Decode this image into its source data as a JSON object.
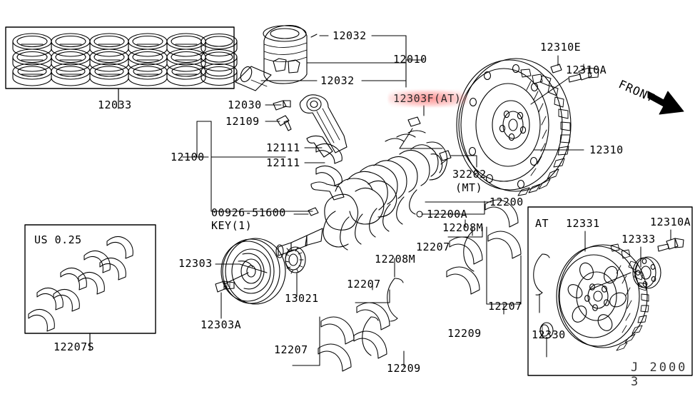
{
  "diagram": {
    "title": "Nissan Engine Piston, Crankshaft & Flywheel Parts Diagram",
    "front_arrow_label": "FRONT",
    "watermark": "J 2000  3",
    "highlight_color": "#ff4d4d"
  },
  "boxes": {
    "piston_rings": {
      "label": "12033",
      "caption": ""
    },
    "undersize_bearings": {
      "label": "12207S",
      "caption": "US 0.25"
    },
    "at_flywheel": {
      "caption": "AT"
    }
  },
  "labels": [
    {
      "id": "l12032a",
      "text": "12032",
      "name": "label-12032-top"
    },
    {
      "id": "l12010",
      "text": "12010",
      "name": "label-12010"
    },
    {
      "id": "l12032b",
      "text": "12032",
      "name": "label-12032-bottom"
    },
    {
      "id": "l12033",
      "text": "12033",
      "name": "label-12033"
    },
    {
      "id": "l12030",
      "text": "12030",
      "name": "label-12030"
    },
    {
      "id": "l12109",
      "text": "12109",
      "name": "label-12109"
    },
    {
      "id": "l12100",
      "text": "12100",
      "name": "label-12100"
    },
    {
      "id": "l12111a",
      "text": "12111",
      "name": "label-12111-upper"
    },
    {
      "id": "l12111b",
      "text": "12111",
      "name": "label-12111-lower"
    },
    {
      "id": "l12303F",
      "text": "12303F(AT)",
      "name": "label-12303f-at",
      "highlighted": true
    },
    {
      "id": "l12310E",
      "text": "12310E",
      "name": "label-12310e"
    },
    {
      "id": "l12310A",
      "text": "12310A",
      "name": "label-12310a"
    },
    {
      "id": "l12310",
      "text": "12310",
      "name": "label-12310"
    },
    {
      "id": "l32202",
      "text": "32202",
      "name": "label-32202"
    },
    {
      "id": "l32202mt",
      "text": "(MT)",
      "name": "label-32202-mt"
    },
    {
      "id": "l12200",
      "text": "12200",
      "name": "label-12200"
    },
    {
      "id": "l12200A",
      "text": "12200A",
      "name": "label-12200a"
    },
    {
      "id": "l12208Ma",
      "text": "12208M",
      "name": "label-12208m-right"
    },
    {
      "id": "l12208Mb",
      "text": "12208M",
      "name": "label-12208m-left"
    },
    {
      "id": "l00926",
      "text": "00926-51600",
      "name": "label-00926-51600"
    },
    {
      "id": "lkey",
      "text": "KEY(1)",
      "name": "label-key-1"
    },
    {
      "id": "l12303",
      "text": "12303",
      "name": "label-12303"
    },
    {
      "id": "l12303A",
      "text": "12303A",
      "name": "label-12303a"
    },
    {
      "id": "l13021",
      "text": "13021",
      "name": "label-13021"
    },
    {
      "id": "l12207a",
      "text": "12207",
      "name": "label-12207-mid-upper"
    },
    {
      "id": "l12207b",
      "text": "12207",
      "name": "label-12207-right"
    },
    {
      "id": "l12207c",
      "text": "12207",
      "name": "label-12207-center"
    },
    {
      "id": "l12207d",
      "text": "12207",
      "name": "label-12207-lower-left"
    },
    {
      "id": "l12209a",
      "text": "12209",
      "name": "label-12209-right"
    },
    {
      "id": "l12209b",
      "text": "12209",
      "name": "label-12209-bottom"
    },
    {
      "id": "l12207S",
      "text": "12207S",
      "name": "label-12207s"
    },
    {
      "id": "lus025",
      "text": "US 0.25",
      "name": "label-us-025"
    },
    {
      "id": "lat",
      "text": "AT",
      "name": "label-at"
    },
    {
      "id": "l12331",
      "text": "12331",
      "name": "label-12331"
    },
    {
      "id": "l12333",
      "text": "12333",
      "name": "label-12333"
    },
    {
      "id": "l12310A2",
      "text": "12310A",
      "name": "label-12310a-at"
    },
    {
      "id": "l12330",
      "text": "12330",
      "name": "label-12330"
    },
    {
      "id": "lfront",
      "text": "FRONT",
      "name": "label-front"
    },
    {
      "id": "lwm",
      "text": "J 2000  3",
      "name": "watermark-text"
    }
  ]
}
